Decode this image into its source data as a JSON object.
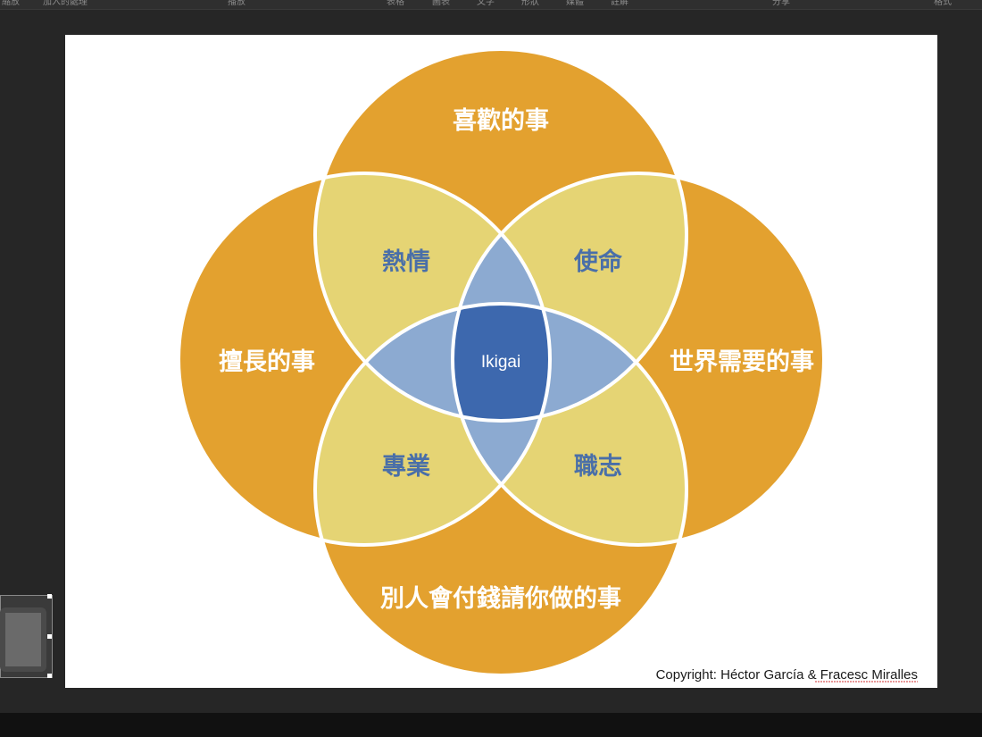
{
  "toolbar": {
    "items": [
      "縮放",
      "加入的處理",
      "播放",
      "表格",
      "圖表",
      "文字",
      "形狀",
      "媒體",
      "註解",
      "分享",
      "格式"
    ]
  },
  "slide": {
    "circles": {
      "top": "喜歡的事",
      "left": "擅長的事",
      "right": "世界需要的事",
      "bottom": "別人會付錢請你做的事"
    },
    "overlaps": {
      "top_left": "熱情",
      "top_right": "使命",
      "bottom_left": "專業",
      "bottom_right": "職志"
    },
    "center": "Ikigai",
    "copyright": "Copyright: Héctor García & Fracesc Miralles"
  },
  "colors": {
    "circle_fill": "#E3A12F",
    "overlap_fill": "#E5D474",
    "triple_fill": "#8CAAD1",
    "center_fill": "#3D68AE",
    "outline": "#FFFFFF",
    "overlap_text": "#4A6FA8"
  }
}
